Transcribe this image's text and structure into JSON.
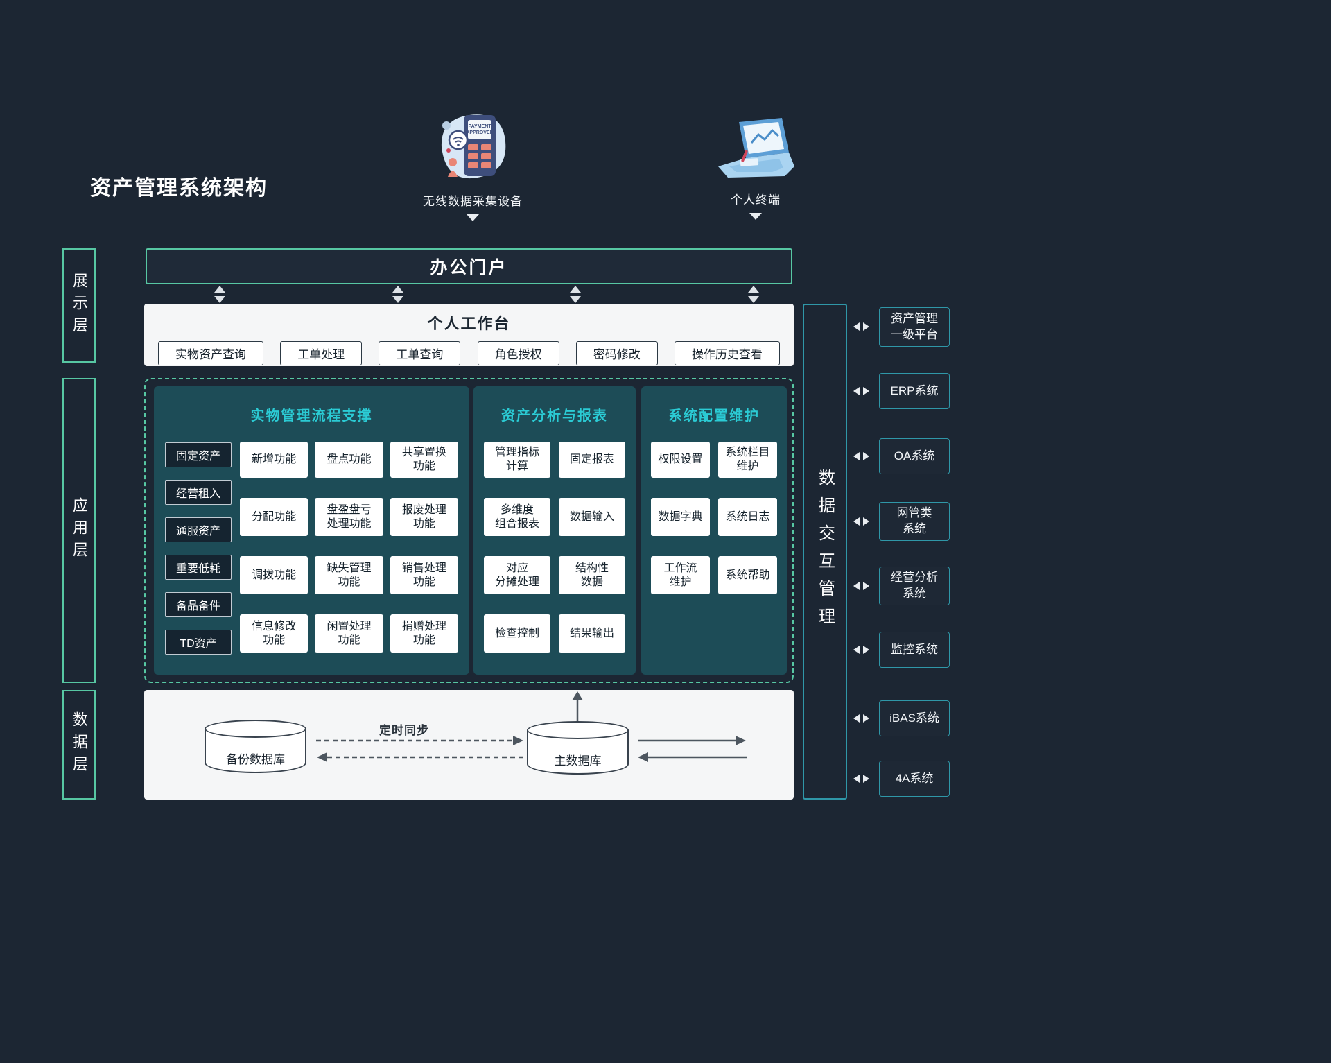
{
  "colors": {
    "background": "#1c2633",
    "mint_accent": "#57c7a3",
    "teal_accent": "#2f97a8",
    "panel_teal": "#1d4c57",
    "panel_title_cyan": "#2bcbd4",
    "box_white": "#ffffff",
    "text_dark": "#15222c",
    "text_light": "#ffffff"
  },
  "title": "资产管理系统架构",
  "devices": [
    {
      "label": "无线数据采集设备",
      "icon": "pos-terminal-icon",
      "screen_lines": [
        "PAYMENT",
        "APPROVED"
      ]
    },
    {
      "label": "个人终端",
      "icon": "laptop-icon"
    }
  ],
  "layer_labels": {
    "presentation": "展示层",
    "application": "应用层",
    "data": "数据层"
  },
  "portal": {
    "title": "办公门户"
  },
  "workbench": {
    "title": "个人工作台",
    "items": [
      "实物资产查询",
      "工单处理",
      "工单查询",
      "角色授权",
      "密码修改",
      "操作历史查看"
    ]
  },
  "application": {
    "process_panel": {
      "title": "实物管理流程支撑",
      "categories": [
        "固定资产",
        "经营租入",
        "通服资产",
        "重要低耗",
        "备品备件",
        "TD资产"
      ],
      "functions": [
        "新增功能",
        "盘点功能",
        "共享置换\n功能",
        "分配功能",
        "盘盈盘亏\n处理功能",
        "报废处理\n功能",
        "调拨功能",
        "缺失管理\n功能",
        "销售处理\n功能",
        "信息修改\n功能",
        "闲置处理\n功能",
        "捐赠处理\n功能"
      ]
    },
    "report_panel": {
      "title": "资产分析与报表",
      "functions": [
        "管理指标\n计算",
        "固定报表",
        "多维度\n组合报表",
        "数据输入",
        "对应\n分摊处理",
        "结构性\n数据",
        "检查控制",
        "结果输出"
      ]
    },
    "config_panel": {
      "title": "系统配置维护",
      "functions": [
        "权限设置",
        "系统栏目\n维护",
        "数据字典",
        "系统日志",
        "工作流\n维护",
        "系统帮助"
      ]
    }
  },
  "data_layer": {
    "backup_db": "备份数据库",
    "main_db": "主数据库",
    "sync_label": "定时同步"
  },
  "exchange_bar": {
    "label": "数据交互管理"
  },
  "external_systems": [
    "资产管理\n一级平台",
    "ERP系统",
    "OA系统",
    "网管类\n系统",
    "经营分析\n系统",
    "监控系统",
    "iBAS系统",
    "4A系统"
  ]
}
